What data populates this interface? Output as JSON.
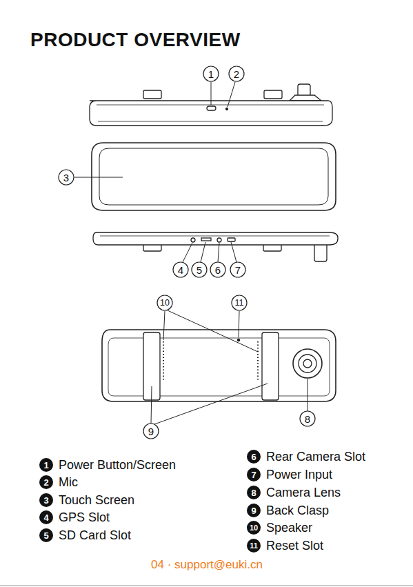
{
  "diagram": {
    "title": "PRODUCT OVERVIEW",
    "labels": [
      "1",
      "2",
      "3",
      "4",
      "5",
      "6",
      "7",
      "10",
      "11",
      "8",
      "9",
      "1",
      "Power Button/Screen",
      "2",
      "Mic",
      "3",
      "Touch Screen",
      "4",
      "GPS Slot",
      "5",
      "SD Card Slot",
      "6",
      "Rear Camera Slot",
      "7",
      "Power Input",
      "8",
      "Camera Lens",
      "9",
      "Back Clasp",
      "10",
      "Speaker",
      "11",
      "Reset Slot",
      "04 · support@euki.cn"
    ]
  }
}
